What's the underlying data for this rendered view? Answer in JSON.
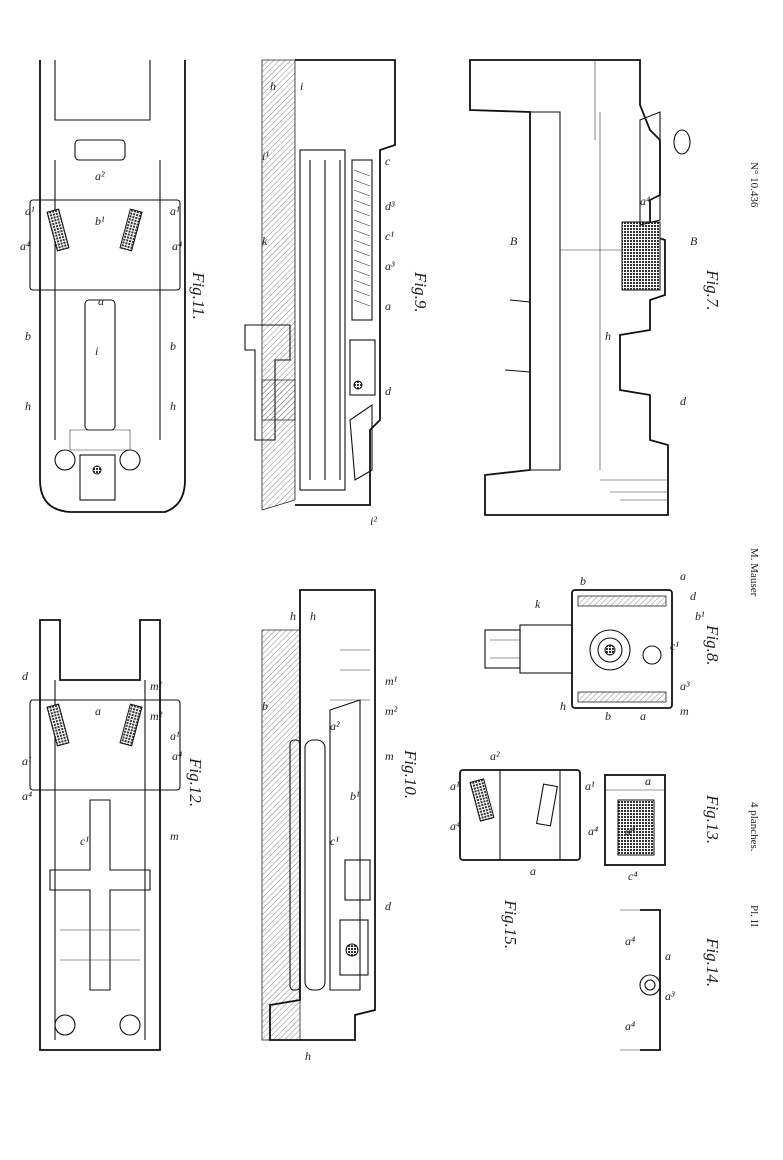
{
  "header": {
    "patent_number": "N° 10.436",
    "inventor": "M. Mauser",
    "planches": "4 planches.",
    "plate": "Pl. II"
  },
  "figures": [
    {
      "id": "fig7",
      "label": "Fig.7.",
      "letters": [
        "B",
        "B",
        "a⁴",
        "h",
        "d"
      ]
    },
    {
      "id": "fig8",
      "label": "Fig.8.",
      "letters": [
        "a",
        "d",
        "b¹",
        "b",
        "k",
        "c¹",
        "a³",
        "h",
        "b",
        "a",
        "m"
      ]
    },
    {
      "id": "fig9",
      "label": "Fig.9.",
      "letters": [
        "h",
        "i",
        "i¹",
        "k",
        "c",
        "d³",
        "c¹",
        "a³",
        "a",
        "d",
        "i²"
      ]
    },
    {
      "id": "fig10",
      "label": "Fig.10.",
      "letters": [
        "h",
        "h",
        "b",
        "m¹",
        "m²",
        "a²",
        "b¹",
        "m",
        "c¹",
        "d",
        "h"
      ]
    },
    {
      "id": "fig11",
      "label": "Fig.11.",
      "letters": [
        "a²",
        "a¹",
        "a¹",
        "a⁴",
        "a⁴",
        "b¹",
        "a",
        "b",
        "b",
        "i",
        "h",
        "h"
      ]
    },
    {
      "id": "fig12",
      "label": "Fig.12.",
      "letters": [
        "d",
        "m¹",
        "m²",
        "a",
        "a¹",
        "a¹",
        "a⁴",
        "a⁴",
        "m",
        "c¹"
      ]
    },
    {
      "id": "fig13",
      "label": "Fig.13.",
      "letters": [
        "a",
        "a⁴",
        "c⁴"
      ]
    },
    {
      "id": "fig14",
      "label": "Fig.14.",
      "letters": [
        "a",
        "a⁴",
        "a³",
        "a⁴"
      ]
    },
    {
      "id": "fig15",
      "label": "Fig.15.",
      "letters": [
        "a²",
        "a¹",
        "a¹",
        "a⁴",
        "a⁴",
        "a"
      ]
    }
  ]
}
